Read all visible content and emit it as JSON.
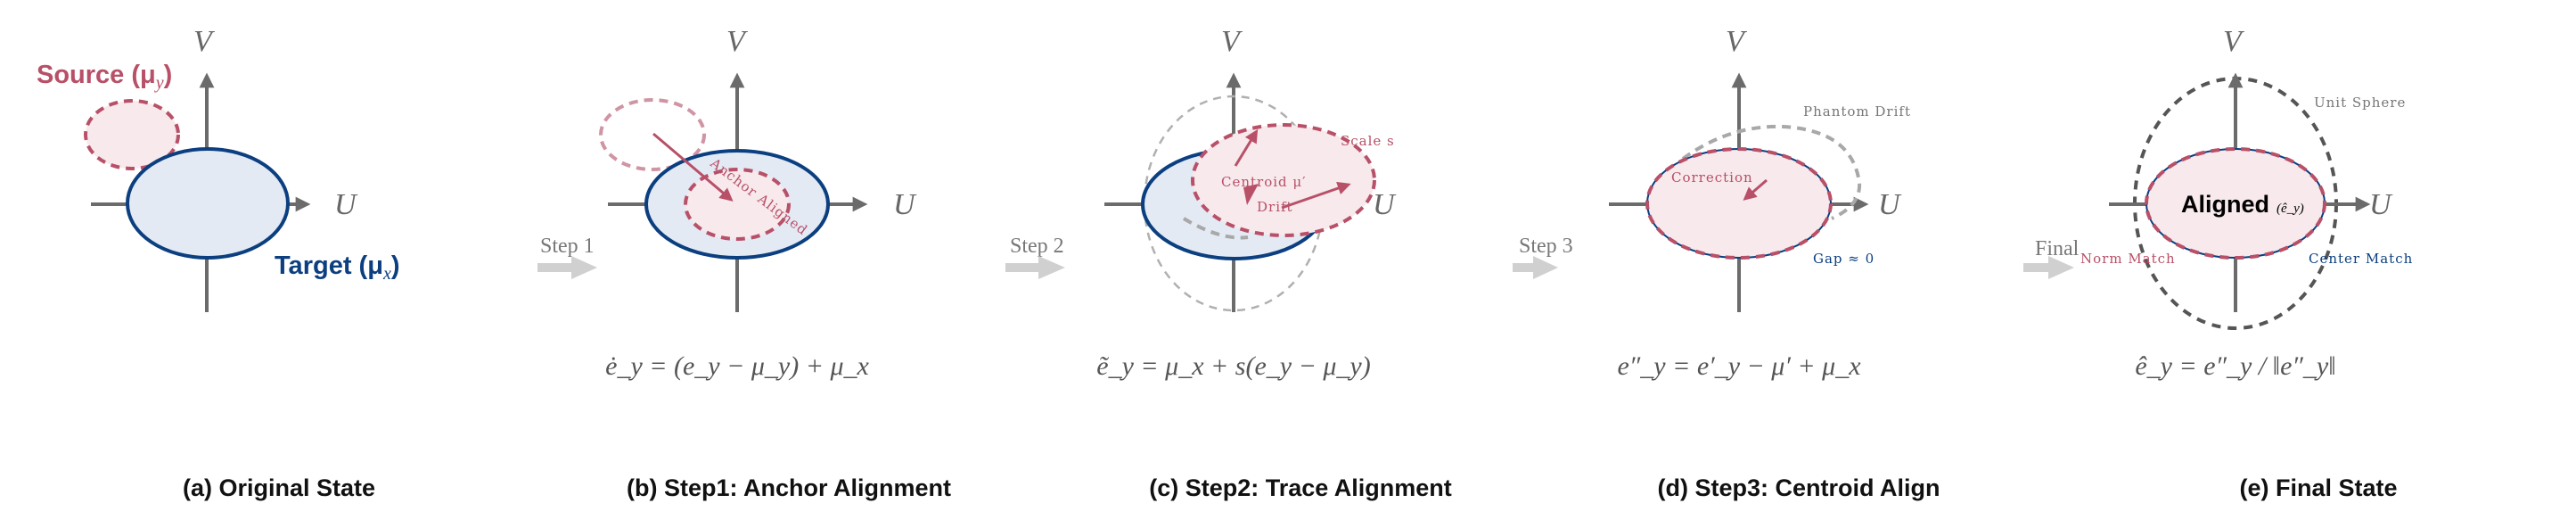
{
  "colors": {
    "source": "#B85068",
    "source_fill": "#F7E9EC",
    "target": "#0B3F80",
    "target_fill": "#E3EAF4",
    "axis": "#6B6B6B",
    "step_arrow": "#D0D0D0",
    "ghost": "#A8A8A8",
    "sphere": "#555555"
  },
  "axes": {
    "u_label": "U",
    "v_label": "V"
  },
  "panels": [
    {
      "id": "a",
      "caption": "(a) Original State",
      "labels": {
        "source": "Source (μ",
        "source_sub": "y",
        "target": "Target (μ",
        "target_sub": "x"
      },
      "formula": ""
    },
    {
      "id": "b",
      "caption": "(b) Step1: Anchor Alignment",
      "labels": {
        "annotation": "Anchor Aligned"
      },
      "formula": "ė_y = (e_y − μ_y) + μ_x"
    },
    {
      "id": "c",
      "caption": "(c) Step2: Trace Alignment",
      "labels": {
        "scale": "Scale s",
        "centroid": "Centroid μ′",
        "drift": "Drift"
      },
      "formula": "ẽ_y = μ_x + s(e_y − μ_y)"
    },
    {
      "id": "d",
      "caption": "(d) Step3: Centroid Align",
      "labels": {
        "phantom": "Phantom Drift",
        "correction": "Correction",
        "gap": "Gap ≈ 0"
      },
      "formula": "e″_y = e′_y − μ′ + μ_x"
    },
    {
      "id": "e",
      "caption": "(e) Final State",
      "labels": {
        "aligned": "Aligned",
        "aligned_sub": "(ê_y)",
        "unit_sphere": "Unit Sphere",
        "norm_match": "Norm Match",
        "center_match": "Center Match"
      },
      "formula": "ê_y = e″_y / ‖e″_y‖"
    }
  ],
  "transitions": [
    {
      "label": "Step 1"
    },
    {
      "label": "Step 2"
    },
    {
      "label": "Step 3"
    },
    {
      "label": "Final"
    }
  ]
}
